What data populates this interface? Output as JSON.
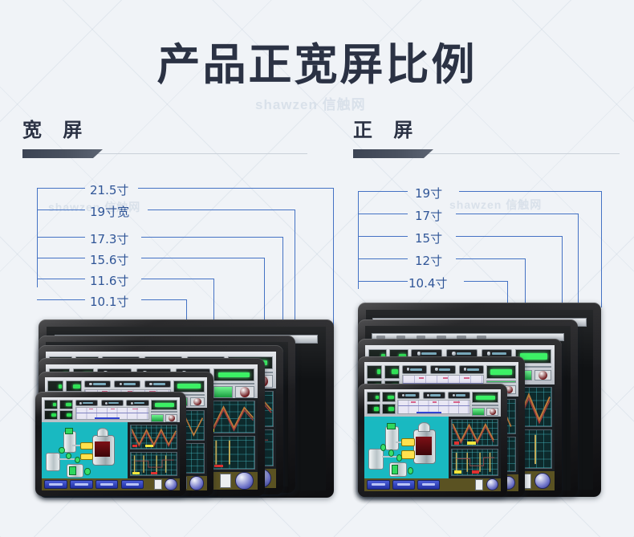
{
  "page": {
    "title": "产品正宽屏比例",
    "background_color": "#f0f3f7",
    "title_color": "#2b3244",
    "dimension_color": "#2f5597",
    "watermarks": [
      "shawzen 信触网",
      "shawzen 信触网",
      "shawzen 信触网",
      "shawzen 信触网"
    ]
  },
  "sections": [
    {
      "id": "widescreen",
      "heading": "宽  屏",
      "sizes": [
        {
          "label": "21.5寸"
        },
        {
          "label": "19寸宽"
        },
        {
          "label": "17.3寸"
        },
        {
          "label": "15.6寸"
        },
        {
          "label": "11.6寸"
        },
        {
          "label": "10.1寸"
        }
      ]
    },
    {
      "id": "standard",
      "heading": "正  屏",
      "sizes": [
        {
          "label": "19寸"
        },
        {
          "label": "17寸"
        },
        {
          "label": "15寸"
        },
        {
          "label": "12寸"
        },
        {
          "label": "10.4寸"
        }
      ]
    }
  ],
  "hmi": {
    "screen_bg": "#19b9c1",
    "led_color": "#22e04a",
    "button_color": "#2231a4",
    "graph_bg": "#0d2a2c",
    "footer_color": "#5a5222"
  }
}
